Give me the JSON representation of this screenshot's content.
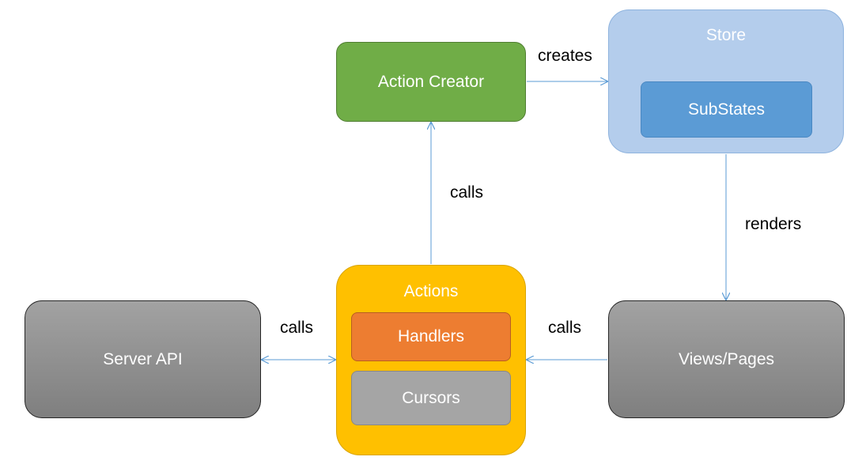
{
  "colors": {
    "store_fill": "#b4cdec",
    "store_border": "#8eb3de",
    "substates_fill": "#5b9bd5",
    "action_creator_fill": "#70ad47",
    "actions_fill": "#ffc000",
    "handlers_fill": "#ed7d31",
    "cursors_fill": "#a5a5a5",
    "gray_box_fill": "#7f7f7f",
    "arrow": "#5b9bd5"
  },
  "nodes": {
    "store": "Store",
    "substates": "SubStates",
    "action_creator": "Action Creator",
    "actions": "Actions",
    "handlers": "Handlers",
    "cursors": "Cursors",
    "server_api": "Server API",
    "views_pages": "Views/Pages"
  },
  "edges": {
    "creates": "creates",
    "renders": "renders",
    "calls_up": "calls",
    "calls_left": "calls",
    "calls_right": "calls"
  }
}
